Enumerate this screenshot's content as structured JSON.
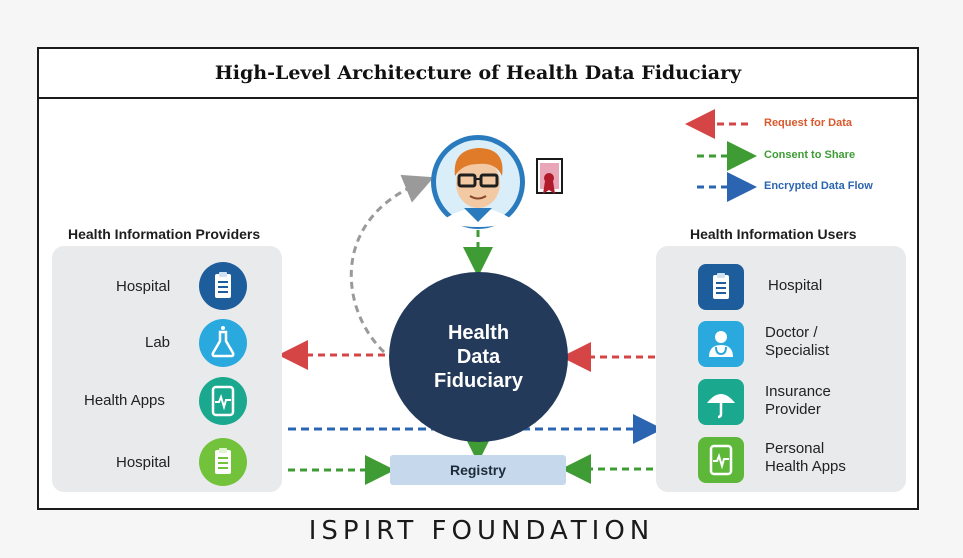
{
  "title": "High-Level Architecture of Health Data Fiduciary",
  "legend": {
    "request": "Request for Data",
    "consent": "Consent to Share",
    "encrypted": "Encrypted Data Flow"
  },
  "providers": {
    "heading": "Health Information Providers",
    "items": [
      {
        "label": "Hospital",
        "icon": "clipboard-icon",
        "color": "#1e5d9c"
      },
      {
        "label": "Lab",
        "icon": "flask-icon",
        "color": "#2aa9de"
      },
      {
        "label": "Health Apps",
        "icon": "phone-heartbeat-icon",
        "color": "#1aa88e"
      },
      {
        "label": "Hospital",
        "icon": "clipboard-icon",
        "color": "#72c23b"
      }
    ]
  },
  "users": {
    "heading": "Health Information Users",
    "items": [
      {
        "label": "Hospital",
        "icon": "clipboard-icon",
        "color": "#1e5d9c"
      },
      {
        "label": "Doctor /\nSpecialist",
        "icon": "doctor-icon",
        "color": "#2aa9de"
      },
      {
        "label": "Insurance\nProvider",
        "icon": "umbrella-icon",
        "color": "#1aa88e"
      },
      {
        "label": "Personal\nHealth Apps",
        "icon": "phone-heartbeat-icon",
        "color": "#5db83a"
      }
    ]
  },
  "center": {
    "line1": "Health",
    "line2": "Data",
    "line3": "Fiduciary",
    "color": "#233a5a"
  },
  "registry": "Registry",
  "footer": "ISPIRT FOUNDATION",
  "colors": {
    "request": "#d64545",
    "consent": "#3f9c35",
    "encrypted": "#2b64b0",
    "individual_ring": "#2a7bbd"
  }
}
